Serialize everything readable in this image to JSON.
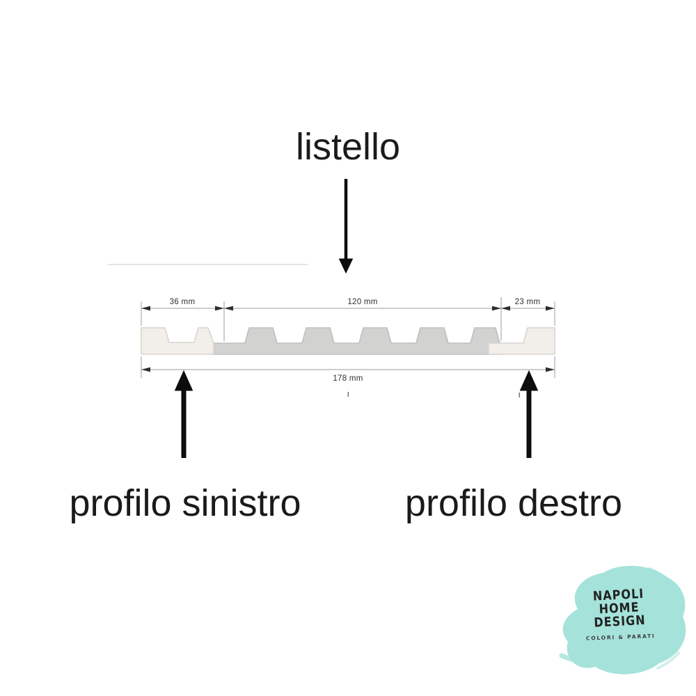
{
  "title": {
    "text": "listello"
  },
  "labels": {
    "left_profile": "profilo sinistro",
    "right_profile": "profilo destro"
  },
  "diagram": {
    "type": "slat-wall-panel-cross-section",
    "dimensions": {
      "left_profile_width": "36 mm",
      "slat_section_width": "120 mm",
      "right_profile_width": "23 mm",
      "total_width": "178 mm"
    },
    "slat_count_center_section": 5
  },
  "logo": {
    "line1": "NAPOLI",
    "line2": "HOME",
    "line3": "DESIGN",
    "tagline": "COLORI & PARATI"
  },
  "colors": {
    "accent-teal": "#a5e2da",
    "profile-cream": "#f2efea",
    "profile-cream-border": "#d8d4cf",
    "slat-gray": "#d2d2d0",
    "slat-gray-border": "#bfbfbd",
    "dim-line": "#9b9b9b",
    "dim-text": "#2e2e2e",
    "arrow-black": "#0d0d0d",
    "label-text": "#1a1a1a",
    "logo-text": "#222222",
    "tagline-text": "#3c3c3c",
    "faint-line": "#dcdcdc"
  }
}
